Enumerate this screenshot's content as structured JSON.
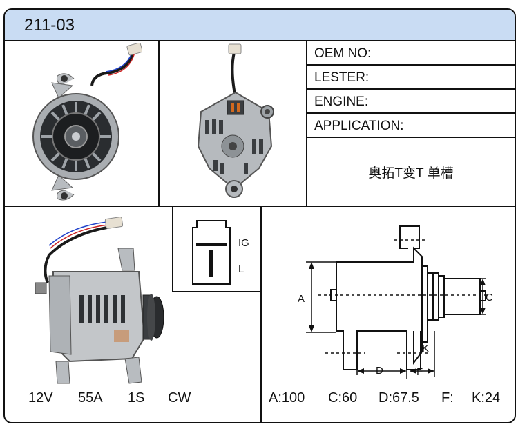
{
  "part_number": "211-03",
  "spec_labels": {
    "oem_no": "OEM NO:",
    "lester": "LESTER:",
    "engine": "ENGINE:",
    "application": "APPLICATION:"
  },
  "application_value": "奥拓T变T 单槽",
  "connector": {
    "pin_ig": "IG",
    "pin_l": "L"
  },
  "ratings": {
    "voltage": "12V",
    "current": "55A",
    "pulley": "1S",
    "rotation": "CW"
  },
  "dimension_labels": {
    "a": "A",
    "c": "C",
    "d": "D",
    "f": "F",
    "k": "K"
  },
  "dimension_values": {
    "a": "A:100",
    "c": "C:60",
    "d": "D:67.5",
    "f": "F:",
    "k": "K:24"
  }
}
